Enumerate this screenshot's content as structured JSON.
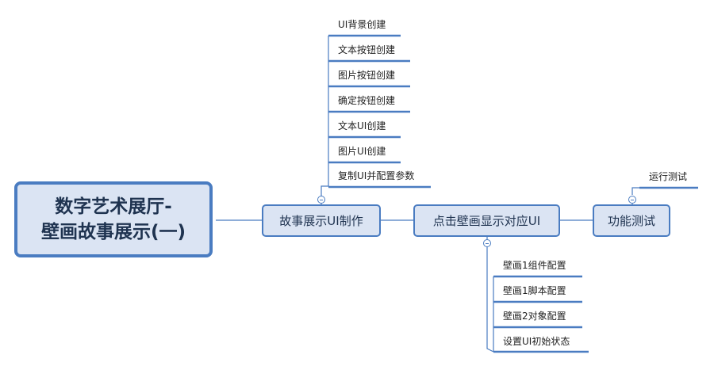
{
  "root": {
    "line1": "数字艺术展厅-",
    "line2": "壁画故事展示(一)"
  },
  "main_nodes": {
    "story_ui": "故事展示UI制作",
    "click_mural": "点击壁画显示对应UI",
    "func_test": "功能测试"
  },
  "story_ui_children": [
    "UI背景创建",
    "文本按钮创建",
    "图片按钮创建",
    "确定按钮创建",
    "文本UI创建",
    "图片UI创建",
    "复制UI并配置参数"
  ],
  "click_mural_children": [
    "壁画1组件配置",
    "壁画1脚本配置",
    "壁画2对象配置",
    "设置UI初始状态"
  ],
  "func_test_children": [
    "运行测试"
  ],
  "colors": {
    "line": "#4a7cc1",
    "node_fill": "#dbe4f3",
    "text": "#1f3350"
  }
}
